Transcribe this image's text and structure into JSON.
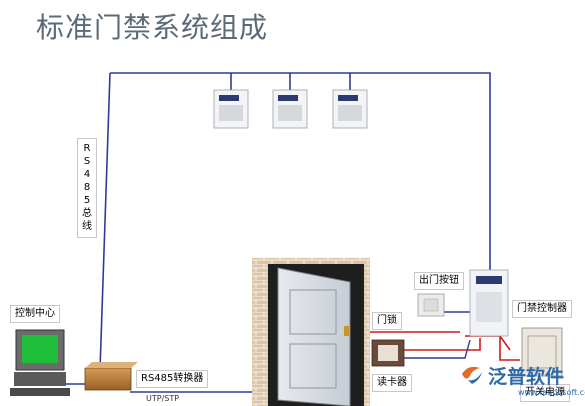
{
  "title": "标准门禁系统组成",
  "labels": {
    "control_center": "控制中心",
    "converter": "RS485转换器",
    "bus_chars": [
      "R",
      "S",
      "4",
      "8",
      "5",
      "总",
      "线"
    ],
    "exit_button": "出门按钮",
    "door_lock": "门锁",
    "access_controller": "门禁控制器",
    "card_reader": "读卡器",
    "power_supply": "开关电源",
    "cable": "UTP/STP"
  },
  "brand": {
    "name": "泛普软件",
    "url": "www.fanpusoft.com"
  },
  "colors": {
    "bus_line": "#2e3c96",
    "red_line": "#d01818",
    "title": "#5a6a78",
    "brick": "#d9c3a5",
    "door_frame": "#1e1e1e",
    "door_panel": "#8c96a0"
  }
}
